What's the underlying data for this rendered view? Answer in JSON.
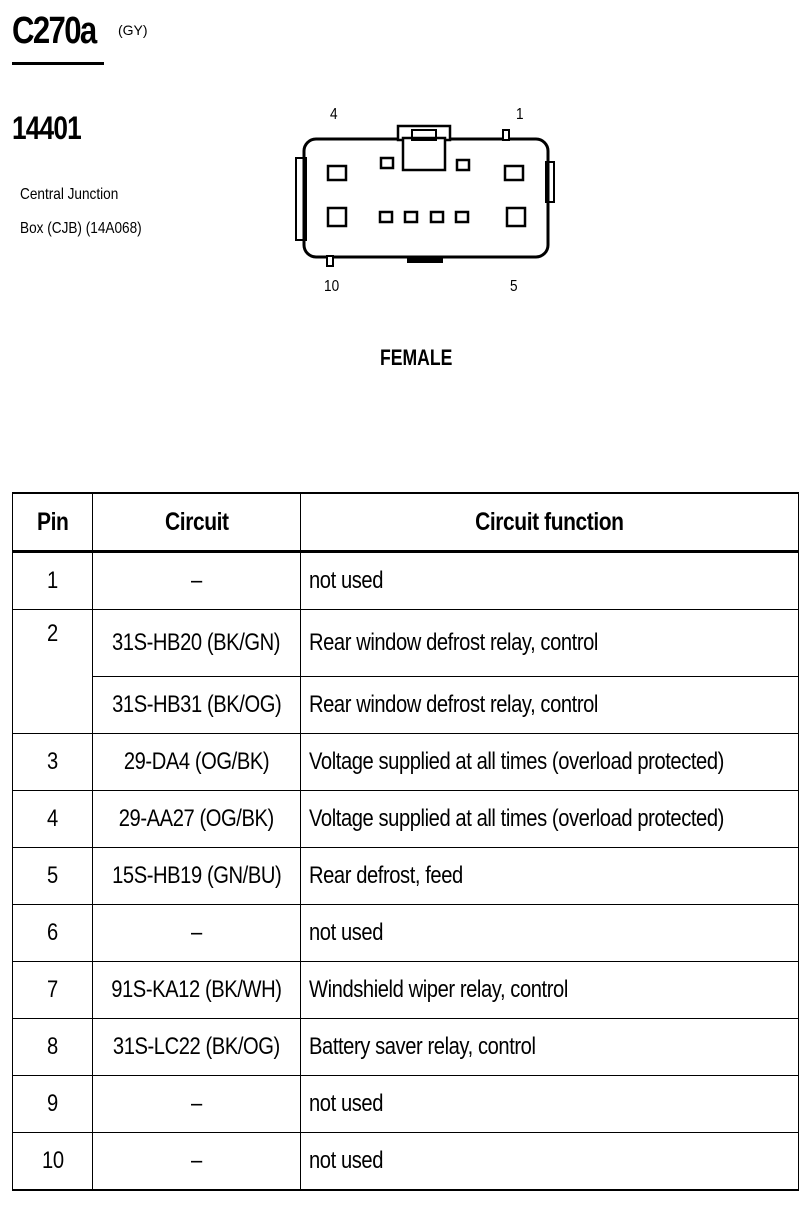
{
  "header": {
    "connector_id": "C270a",
    "color_code": "(GY)",
    "part_number": "14401",
    "description_line1": "Central Junction",
    "description_line2": "Box (CJB) (14A068)"
  },
  "connector_diagram": {
    "pin_labels": [
      "4",
      "1",
      "10",
      "5"
    ],
    "gender": "FEMALE"
  },
  "table": {
    "headers": [
      "Pin",
      "Circuit",
      "Circuit function"
    ],
    "rows": [
      {
        "pin": "1",
        "circuit": "–",
        "function": "not used"
      },
      {
        "pin": "2",
        "circuit": "31S-HB20 (BK/GN)",
        "function": "Rear window defrost relay, control"
      },
      {
        "pin": "",
        "circuit": "31S-HB31 (BK/OG)",
        "function": "Rear window defrost relay, control"
      },
      {
        "pin": "3",
        "circuit": "29-DA4 (OG/BK)",
        "function": "Voltage supplied at all times (overload protected)"
      },
      {
        "pin": "4",
        "circuit": "29-AA27 (OG/BK)",
        "function": "Voltage supplied at all times (overload protected)"
      },
      {
        "pin": "5",
        "circuit": "15S-HB19 (GN/BU)",
        "function": "Rear defrost, feed"
      },
      {
        "pin": "6",
        "circuit": "–",
        "function": "not used"
      },
      {
        "pin": "7",
        "circuit": "91S-KA12 (BK/WH)",
        "function": "Windshield wiper relay, control"
      },
      {
        "pin": "8",
        "circuit": "31S-LC22 (BK/OG)",
        "function": "Battery saver relay, control"
      },
      {
        "pin": "9",
        "circuit": "–",
        "function": "not used"
      },
      {
        "pin": "10",
        "circuit": "–",
        "function": "not used"
      }
    ]
  }
}
